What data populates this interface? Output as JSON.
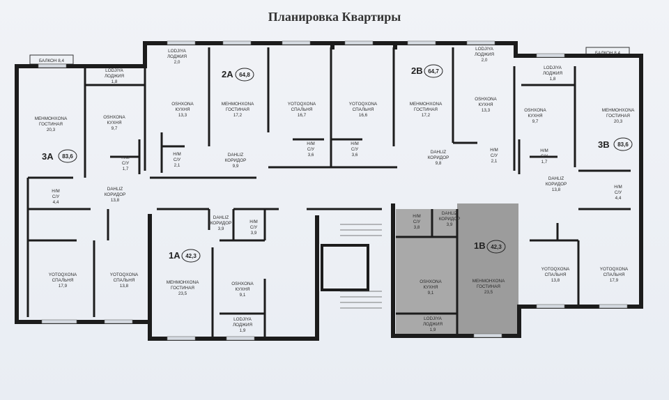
{
  "title": "Планировка Квартиры",
  "balconies": [
    {
      "id": "left",
      "text": "БАЛКОН 8,4"
    },
    {
      "id": "right",
      "text": "БАЛКОН 8,4"
    }
  ],
  "apartments": [
    {
      "id": "3a",
      "label": "3A",
      "area": "83,6"
    },
    {
      "id": "2a",
      "label": "2A",
      "area": "64,8"
    },
    {
      "id": "2b",
      "label": "2B",
      "area": "64,7"
    },
    {
      "id": "3b",
      "label": "3B",
      "area": "83,6"
    },
    {
      "id": "1a",
      "label": "1A",
      "area": "42,3"
    },
    {
      "id": "1b",
      "label": "1B",
      "area": "42,3"
    }
  ],
  "rooms": [
    {
      "id": "3a-living",
      "l1": "MEHMOHXONA",
      "l2": "ГОСТИНАЯ",
      "a": "20,3"
    },
    {
      "id": "3a-loggia",
      "l1": "LODJIYA",
      "l2": "ЛОДЖИЯ",
      "a": "1,8"
    },
    {
      "id": "3a-kitchen",
      "l1": "OSHXONA",
      "l2": "КУХНЯ",
      "a": "9,7"
    },
    {
      "id": "3a-wc",
      "l1": "H/M",
      "l2": "С/У",
      "a": "1,7"
    },
    {
      "id": "3a-bath",
      "l1": "H/M",
      "l2": "С/У",
      "a": "4,4"
    },
    {
      "id": "3a-hall",
      "l1": "DAHLIZ",
      "l2": "КОРИДОР",
      "a": "13,8"
    },
    {
      "id": "3a-bed1",
      "l1": "YOTOQXONA",
      "l2": "СПАЛЬНЯ",
      "a": "17,9"
    },
    {
      "id": "3a-bed2",
      "l1": "YOTOQXONA",
      "l2": "СПАЛЬНЯ",
      "a": "13,8"
    },
    {
      "id": "2a-loggia",
      "l1": "LODJIYA",
      "l2": "ЛОДЖИЯ",
      "a": "2,0"
    },
    {
      "id": "2a-kitchen",
      "l1": "OSHXONA",
      "l2": "КУХНЯ",
      "a": "13,3"
    },
    {
      "id": "2a-wc",
      "l1": "H/M",
      "l2": "С/У",
      "a": "2,1"
    },
    {
      "id": "2a-living",
      "l1": "MEHMOHXONA",
      "l2": "ГОСТИНАЯ",
      "a": "17,2"
    },
    {
      "id": "2a-hall",
      "l1": "DAHLIZ",
      "l2": "КОРИДОР",
      "a": "9,9"
    },
    {
      "id": "2a-bed",
      "l1": "YOTOQXONA",
      "l2": "СПАЛЬНЯ",
      "a": "16,7"
    },
    {
      "id": "2a-bath",
      "l1": "H/M",
      "l2": "С/У",
      "a": "3,6"
    },
    {
      "id": "2b-bed",
      "l1": "YOTOQXONA",
      "l2": "СПАЛЬНЯ",
      "a": "16,6"
    },
    {
      "id": "2b-bath",
      "l1": "H/M",
      "l2": "С/У",
      "a": "3,6"
    },
    {
      "id": "2b-living",
      "l1": "MEHMOHXONA",
      "l2": "ГОСТИНАЯ",
      "a": "17,2"
    },
    {
      "id": "2b-hall",
      "l1": "DAHLIZ",
      "l2": "КОРИДОР",
      "a": "9,8"
    },
    {
      "id": "2b-loggia",
      "l1": "LODJIYA",
      "l2": "ЛОДЖИЯ",
      "a": "2,0"
    },
    {
      "id": "2b-kitchen",
      "l1": "OSHXONA",
      "l2": "КУХНЯ",
      "a": "13,3"
    },
    {
      "id": "2b-wc",
      "l1": "H/M",
      "l2": "С/У",
      "a": "2,1"
    },
    {
      "id": "3b-loggia",
      "l1": "LODJIYA",
      "l2": "ЛОДЖИЯ",
      "a": "1,8"
    },
    {
      "id": "3b-kitchen",
      "l1": "OSHXONA",
      "l2": "КУХНЯ",
      "a": "9,7"
    },
    {
      "id": "3b-wc",
      "l1": "H/M",
      "l2": "С/У",
      "a": "1,7"
    },
    {
      "id": "3b-living",
      "l1": "MEHMOHXONA",
      "l2": "ГОСТИНАЯ",
      "a": "20,3"
    },
    {
      "id": "3b-hall",
      "l1": "DAHLIZ",
      "l2": "КОРИДОР",
      "a": "13,8"
    },
    {
      "id": "3b-bath",
      "l1": "H/M",
      "l2": "С/У",
      "a": "4,4"
    },
    {
      "id": "3b-bed1",
      "l1": "YOTOQXONA",
      "l2": "СПАЛЬНЯ",
      "a": "13,8"
    },
    {
      "id": "3b-bed2",
      "l1": "YOTOQXONA",
      "l2": "СПАЛЬНЯ",
      "a": "17,9"
    },
    {
      "id": "1a-hall",
      "l1": "DAHLIZ",
      "l2": "КОРИДОР",
      "a": "3,9"
    },
    {
      "id": "1a-bath",
      "l1": "H/M",
      "l2": "С/У",
      "a": "3,9"
    },
    {
      "id": "1a-living",
      "l1": "MEHMOHXONA",
      "l2": "ГОСТИНАЯ",
      "a": "23,5"
    },
    {
      "id": "1a-kitchen",
      "l1": "OSHXONA",
      "l2": "КУХНЯ",
      "a": "9,1"
    },
    {
      "id": "1a-loggia",
      "l1": "LODJIYA",
      "l2": "ЛОДЖИЯ",
      "a": "1,9"
    },
    {
      "id": "1b-bath",
      "l1": "H/M",
      "l2": "С/У",
      "a": "3,8"
    },
    {
      "id": "1b-hall",
      "l1": "DAHLIZ",
      "l2": "КОРИДОР",
      "a": "3,9"
    },
    {
      "id": "1b-kitchen",
      "l1": "OSHXONA",
      "l2": "КУХНЯ",
      "a": "9,1"
    },
    {
      "id": "1b-living",
      "l1": "MEHMOHXONA",
      "l2": "ГОСТИНАЯ",
      "a": "23,5"
    },
    {
      "id": "1b-loggia",
      "l1": "LODJIYA",
      "l2": "ЛОДЖИЯ",
      "a": "1,9"
    }
  ],
  "colors": {
    "wall": "#1c1c1c",
    "paper": "#eef1f5",
    "highlight": "#a8a8a8",
    "highlight_dark": "#999999"
  }
}
